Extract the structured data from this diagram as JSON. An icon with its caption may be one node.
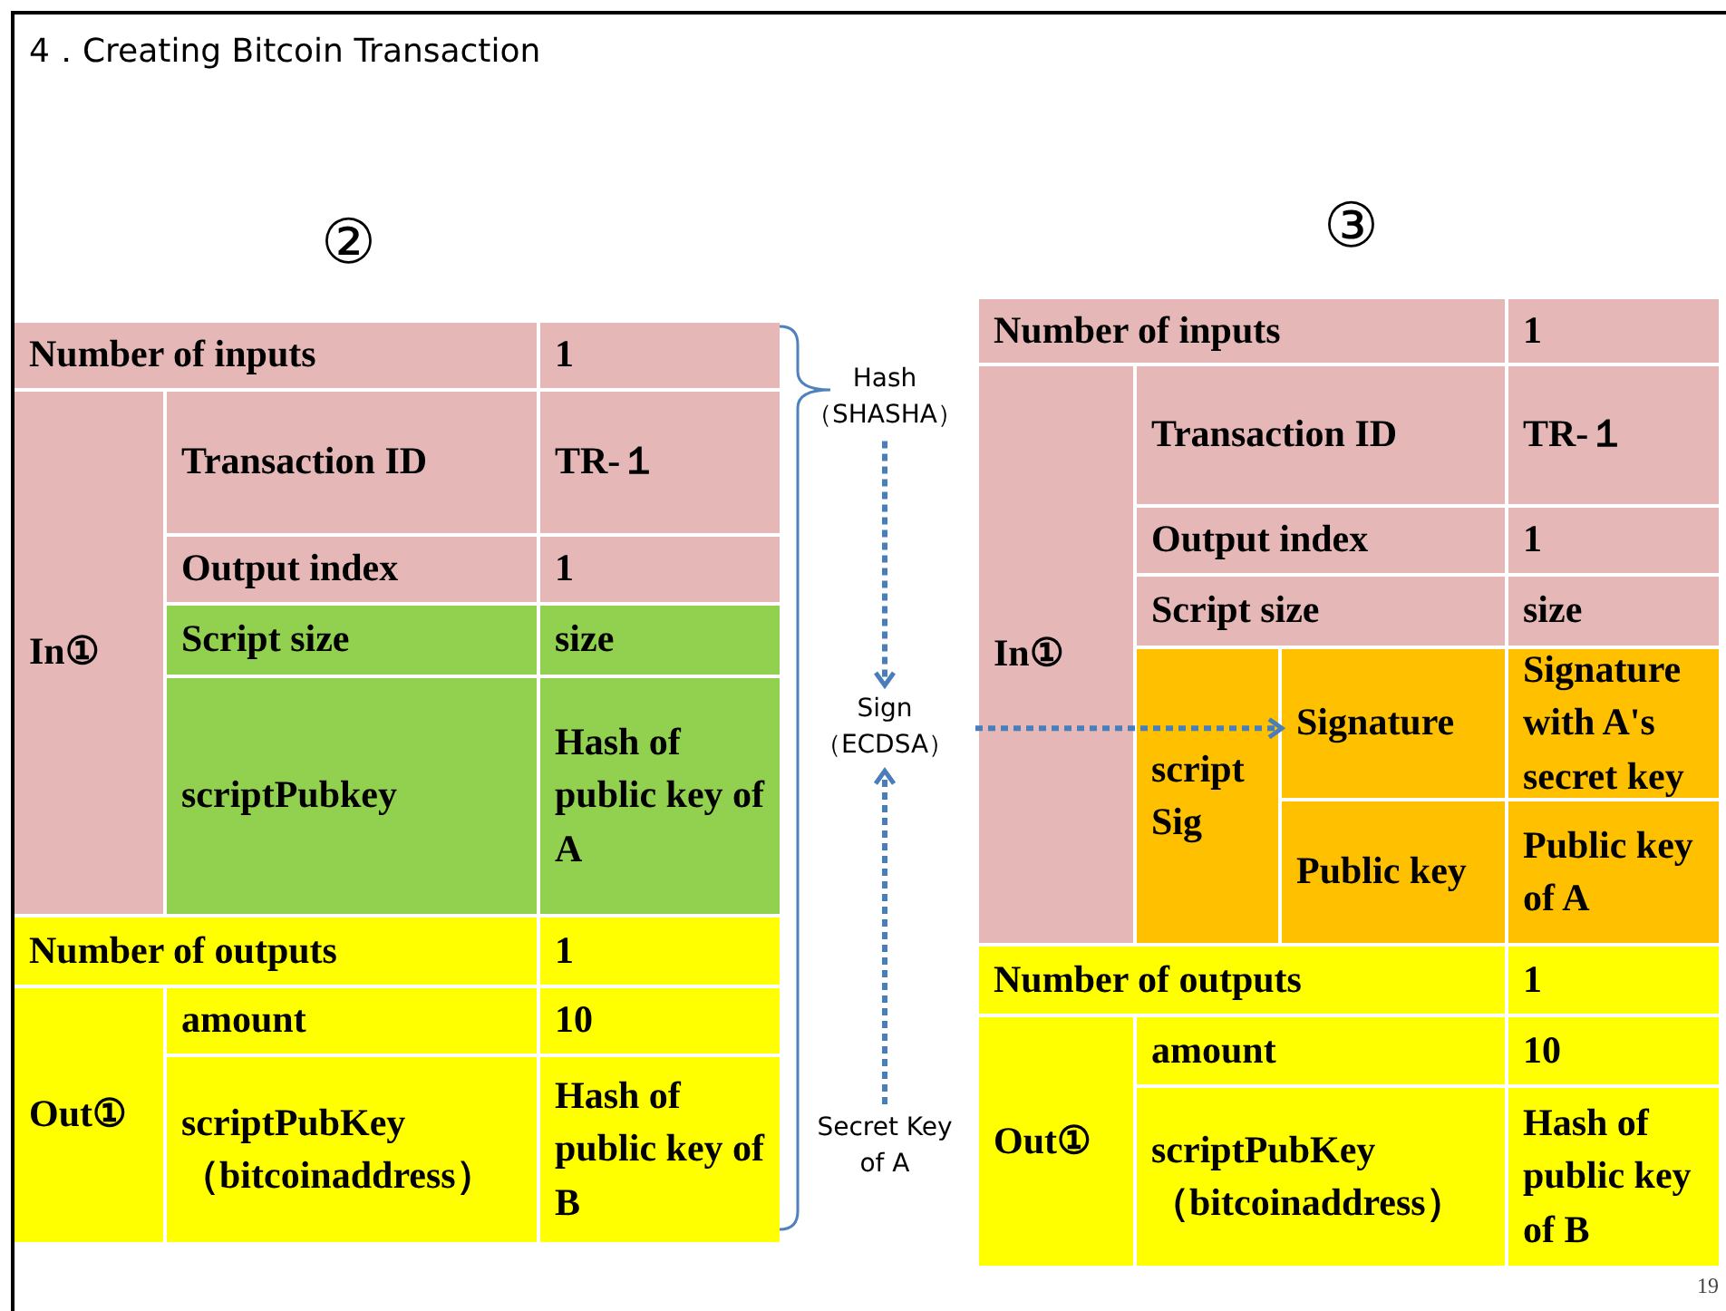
{
  "diagram": {
    "title": "4．Creating Bitcoin Transaction",
    "nodes": [
      {
        "text": [
          "Hash （SHASHA）"
        ]
      },
      {
        "text": [
          "Sign （ECDSA）"
        ]
      },
      {
        "text": [
          "Secret Key of A"
        ]
      },
      {
        "text": [
          "Signature"
        ]
      }
    ],
    "edges": [
      {
        "from": 0,
        "to": 1,
        "arrow": "to",
        "style": "dashed"
      },
      {
        "from": 2,
        "to": 1,
        "arrow": "to",
        "style": "dashed"
      },
      {
        "from": 1,
        "to": 3,
        "arrow": "to",
        "style": "dashed"
      }
    ],
    "labels": [
      "②",
      "Number of inputs",
      "1",
      "In①",
      "Transaction ID",
      "TR-１",
      "Output index",
      "1",
      "Script size",
      "size",
      "scriptPubkey",
      "Hash of public key of A",
      "Number of outputs",
      "1",
      "Out①",
      "amount",
      "10",
      "scriptPubKey （bitcoinaddress）",
      "Hash of public key of B",
      "③",
      "Number of inputs",
      "1",
      "In①",
      "Transaction ID",
      "TR-１",
      "Output index",
      "1",
      "Script size",
      "size",
      "script Sig",
      "Signature with A's secret key",
      "Public key",
      "Public key of A",
      "Number of outputs",
      "1",
      "Out①",
      "amount",
      "10",
      "scriptPubKey （bitcoinaddress）",
      "Hash of public key of B",
      "19"
    ]
  }
}
